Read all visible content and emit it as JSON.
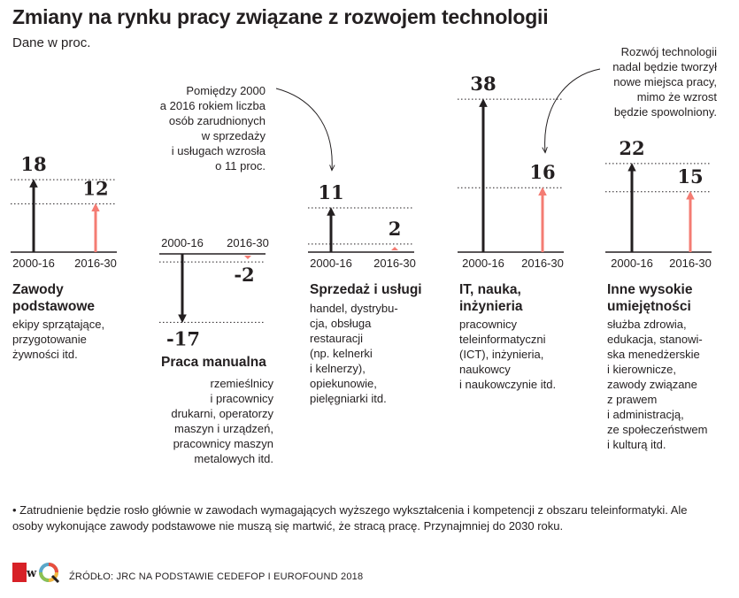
{
  "title": "Zmiany na rynku pracy związane z rozwojem technologii",
  "subtitle": "Dane w proc.",
  "colors": {
    "past": "#231f20",
    "future": "#f47c73",
    "text": "#231f20"
  },
  "chart_data": {
    "type": "bar",
    "unit": "%",
    "series": [
      {
        "name": "2000-16",
        "values": [
          18,
          -17,
          11,
          38,
          22
        ]
      },
      {
        "name": "2016-30",
        "values": [
          12,
          -2,
          2,
          16,
          15
        ]
      }
    ],
    "categories": [
      {
        "name": "Zawody podstawowe",
        "title_lines": [
          "Zawody",
          "podstawowe"
        ],
        "v2000": 18,
        "v2016": 12,
        "label_2000": "18",
        "label_2016": "12",
        "description": "ekipy sprzątające,\nprzygotowanie\nżywności itd."
      },
      {
        "name": "Praca manualna",
        "title_lines": [
          "Praca manualna"
        ],
        "v2000": -17,
        "v2016": -2,
        "label_2000": "-17",
        "label_2016": "-2",
        "description": "rzemieślnicy\ni pracownicy\ndrukarni, operatorzy\nmaszyn i urządzeń,\npracownicy maszyn\nmetalowych itd."
      },
      {
        "name": "Sprzedaż i usługi",
        "title_lines": [
          "Sprzedaż i usługi"
        ],
        "v2000": 11,
        "v2016": 2,
        "label_2000": "11",
        "label_2016": "2",
        "description": "handel, dystrybu-\ncja, obsługa\nrestauracji\n(np. kelnerki\ni kelnerzy),\nopiekunowie,\npielęgniarki itd."
      },
      {
        "name": "IT, nauka, inżynieria",
        "title_lines": [
          "IT, nauka,",
          "inżynieria"
        ],
        "v2000": 38,
        "v2016": 16,
        "label_2000": "38",
        "label_2016": "16",
        "description": "pracownicy\nteleinformatyczni\n(ICT), inżynieria,\nnaukowcy\ni naukowczynie itd."
      },
      {
        "name": "Inne wysokie umiejętności",
        "title_lines": [
          "Inne wysokie",
          "umiejętności"
        ],
        "v2000": 22,
        "v2016": 15,
        "label_2000": "22",
        "label_2016": "15",
        "description": "służba zdrowia,\nedukacja, stanowi-\nska menedżerskie\ni kierownicze,\nzawody związane\nz prawem\ni administracją,\nze społeczeństwem\ni kulturą itd."
      }
    ],
    "period_labels": [
      "2000-16",
      "2016-30"
    ],
    "annotations": [
      {
        "text": "Pomiędzy 2000\na 2016 rokiem liczba\nosób zarudnionych\nw sprzedaży\ni usługach wzrosła\no 11 proc.",
        "target": "Sprzedaż i usługi"
      },
      {
        "text": "Rozwój technologii\nnadal będzie tworzył\nnowe miejsca pracy,\nmimo że wzrost\nbędzie spowolniony.",
        "target": "IT, nauka, inżynieria"
      }
    ]
  },
  "footnote": "• Zatrudnienie będzie rosło głównie w zawodach wymagających wyższego wykształcenia i kompetencji z obszaru teleinformatyki. Ale osoby wykonujące zawody podstawowe nie muszą się martwić, że stracą pracę. Przynajmniej do 2030 roku.",
  "source": "ŹRÓDŁO: JRC NA PODSTAWIE CEDEFOP I EUROFOUND 2018"
}
